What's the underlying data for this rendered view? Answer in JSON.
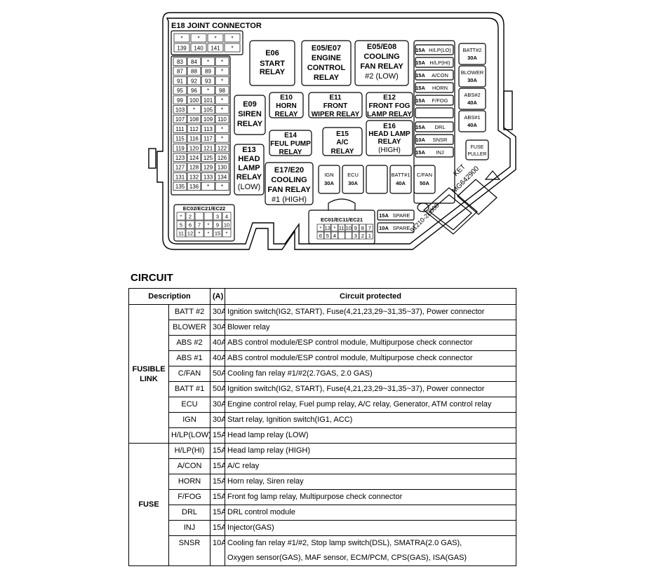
{
  "diagram": {
    "joint_connector_title": "E18 JOINT CONNECTOR",
    "joint_rows": [
      [
        "*",
        "*",
        "*",
        "*"
      ],
      [
        "139",
        "140",
        "141",
        "*"
      ],
      [
        "83",
        "84",
        "*",
        "*"
      ],
      [
        "87",
        "88",
        "89",
        "*"
      ],
      [
        "91",
        "92",
        "93",
        "*"
      ],
      [
        "95",
        "96",
        "*",
        "98"
      ],
      [
        "99",
        "100",
        "101",
        "*"
      ],
      [
        "103",
        "*",
        "105",
        "*"
      ],
      [
        "107",
        "108",
        "109",
        "110"
      ],
      [
        "111",
        "112",
        "113",
        "*"
      ],
      [
        "115",
        "116",
        "117",
        "*"
      ],
      [
        "119",
        "120",
        "121",
        "122"
      ],
      [
        "123",
        "124",
        "125",
        "126"
      ],
      [
        "127",
        "128",
        "129",
        "130"
      ],
      [
        "131",
        "132",
        "133",
        "134"
      ],
      [
        "135",
        "136",
        "*",
        "*"
      ]
    ],
    "relays": {
      "e06": [
        "E06",
        "START",
        "RELAY"
      ],
      "e05e07": [
        "E05/E07",
        "ENGINE",
        "CONTROL",
        "RELAY"
      ],
      "e05e08": [
        "E05/E08",
        "COOLING",
        "FAN RELAY",
        "#2 (LOW)"
      ],
      "e09": [
        "E09",
        "SIREN",
        "RELAY"
      ],
      "e10": [
        "E10",
        "HORN",
        "RELAY"
      ],
      "e11": [
        "E11",
        "FRONT",
        "WIPER RELAY"
      ],
      "e12": [
        "E12",
        "FRONT FOG",
        "LAMP RELAY"
      ],
      "e14": [
        "E14",
        "FEUL PUMP",
        "RELAY"
      ],
      "e15": [
        "E15",
        "A/C",
        "RELAY"
      ],
      "e16": [
        "E16",
        "HEAD LAMP",
        "RELAY",
        "(HIGH)"
      ],
      "e13": [
        "E13",
        "HEAD",
        "LAMP",
        "RELAY",
        "(LOW)"
      ],
      "e17e20": [
        "E17/E20",
        "COOLING",
        "FAN RELAY",
        "#1 (HIGH)"
      ]
    },
    "fuses_top": [
      {
        "amp": "15A",
        "name": "H/LP(LO)"
      },
      {
        "amp": "15A",
        "name": "H/LP(HI)"
      },
      {
        "amp": "15A",
        "name": "A/CON"
      },
      {
        "amp": "15A",
        "name": "HORN"
      },
      {
        "amp": "15A",
        "name": "F/FOG"
      }
    ],
    "fuses_bottom": [
      {
        "amp": "15A",
        "name": "DRL"
      },
      {
        "amp": "10A",
        "name": "SNSR"
      },
      {
        "amp": "15A",
        "name": "INJ"
      }
    ],
    "links_right": [
      {
        "name": "BATT#2",
        "amp": "30A"
      },
      {
        "name": "BLOWER",
        "amp": "30A"
      },
      {
        "name": "ABS#2",
        "amp": "40A"
      },
      {
        "name": "ABS#1",
        "amp": "40A"
      }
    ],
    "links_bottom": [
      {
        "name": "IGN",
        "amp": "30A"
      },
      {
        "name": "ECU",
        "amp": "30A"
      },
      {
        "name": "",
        "amp": ""
      },
      {
        "name": "BATT#1",
        "amp": "40A"
      },
      {
        "name": "C/FAN",
        "amp": "50A"
      }
    ],
    "fuse_puller": [
      "FUSE",
      "PULLER"
    ],
    "spares": [
      {
        "amp": "15A",
        "name": "SPARE"
      },
      {
        "amp": "10A",
        "name": "SPARE"
      }
    ],
    "connector_left": {
      "title": "EC02/EC21/EC22",
      "rows": [
        [
          "*",
          "2",
          "",
          "",
          "3",
          "4"
        ],
        [
          "5",
          "6",
          "7",
          "*",
          "9",
          "10"
        ],
        [
          "11",
          "12",
          "*",
          "*",
          "15",
          "*"
        ]
      ]
    },
    "connector_mid": {
      "title": "EC01/EC11/EC21",
      "rows": [
        [
          "*",
          "13",
          "*",
          "11",
          "10",
          "9",
          "8",
          "7"
        ],
        [
          "6",
          "5",
          "4",
          "",
          "",
          "3",
          "2",
          "1"
        ]
      ]
    },
    "part_numbers": [
      "MG642900",
      "KET",
      "91210-2E000"
    ]
  },
  "circuit": {
    "caption": "CIRCUIT",
    "headers": {
      "description": "Description",
      "amp": "(A)",
      "protected": "Circuit protected"
    },
    "groups": {
      "fusible": [
        "FUSIBLE",
        "LINK"
      ],
      "fuse": "FUSE"
    },
    "fusible_rows": [
      {
        "name": "BATT #2",
        "amp": "30A",
        "circuit": "Ignition switch(IG2, START), Fuse(4,21,23,29~31,35~37), Power connector"
      },
      {
        "name": "BLOWER",
        "amp": "30A",
        "circuit": "Blower relay"
      },
      {
        "name": "ABS #2",
        "amp": "40A",
        "circuit": "ABS control module/ESP control module, Multipurpose check connector"
      },
      {
        "name": "ABS #1",
        "amp": "40A",
        "circuit": "ABS control module/ESP control module, Multipurpose check connector"
      },
      {
        "name": "C/FAN",
        "amp": "50A",
        "circuit": "Cooling fan relay #1/#2(2.7GAS, 2.0 GAS)"
      },
      {
        "name": "BATT #1",
        "amp": "50A",
        "circuit": "Ignition switch(IG2, START), Fuse(4,21,23,29~31,35~37), Power connector"
      },
      {
        "name": "ECU",
        "amp": "30A",
        "circuit": "Engine control relay, Fuel pump relay, A/C relay, Generator, ATM control relay"
      },
      {
        "name": "IGN",
        "amp": "30A",
        "circuit": "Start relay, Ignition switch(IG1, ACC)"
      },
      {
        "name": "H/LP(LOW)",
        "amp": "15A",
        "circuit": "Head lamp relay (LOW)"
      }
    ],
    "fuse_rows": [
      {
        "name": "H/LP(HI)",
        "amp": "15A",
        "circuit": "Head lamp relay (HIGH)"
      },
      {
        "name": "A/CON",
        "amp": "15A",
        "circuit": "A/C relay"
      },
      {
        "name": "HORN",
        "amp": "15A",
        "circuit": "Horn relay, Siren relay"
      },
      {
        "name": "F/FOG",
        "amp": "15A",
        "circuit": "Front fog lamp relay, Multipurpose check connector"
      },
      {
        "name": "DRL",
        "amp": "15A",
        "circuit": "DRL control module"
      },
      {
        "name": "INJ",
        "amp": "15A",
        "circuit": "Injector(GAS)"
      }
    ],
    "snsr_row": {
      "name": "SNSR",
      "amp": "10A",
      "circuit_lines": [
        "Cooling fan relay #1/#2, Stop lamp switch(DSL), SMATRA(2.0 GAS),",
        "Oxygen sensor(GAS), MAF sensor, ECM/PCM, CPS(GAS), ISA(GAS)"
      ]
    }
  }
}
